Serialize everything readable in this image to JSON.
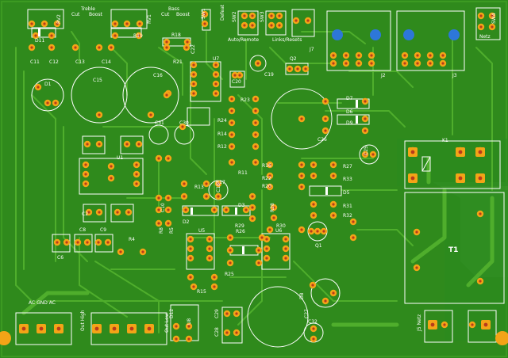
{
  "board": {
    "colors": {
      "substrate": "#2f8a1c",
      "copper_pour": "#3c9a22",
      "trace": "#4fae2c",
      "trace_dark": "#2a7a18",
      "pad": "#f3a417",
      "hole": "#b83a1b",
      "silk": "#ffffff",
      "via_blue": "#2d77d8"
    },
    "labels": [
      {
        "id": "rv2",
        "text": "RV2"
      },
      {
        "id": "treble",
        "text": "Treble"
      },
      {
        "id": "cut1",
        "text": "Cut"
      },
      {
        "id": "boost1",
        "text": "Boost"
      },
      {
        "id": "rv1",
        "text": "RV1"
      },
      {
        "id": "bass",
        "text": "Bass"
      },
      {
        "id": "cut2",
        "text": "Cut"
      },
      {
        "id": "boost2",
        "text": "Boost"
      },
      {
        "id": "sw1",
        "text": "SW1"
      },
      {
        "id": "defeat",
        "text": "Defeat"
      },
      {
        "id": "sw2",
        "text": "SW2"
      },
      {
        "id": "sw3",
        "text": "SW3"
      },
      {
        "id": "automode",
        "text": "Auto/Remote"
      },
      {
        "id": "linkreset",
        "text": "Links/Resets"
      },
      {
        "id": "sw4",
        "text": "SW4"
      },
      {
        "id": "netz1",
        "text": "Netz"
      },
      {
        "id": "j7",
        "text": "J7"
      },
      {
        "id": "j2",
        "text": "J2"
      },
      {
        "id": "j3",
        "text": "J3"
      },
      {
        "id": "d11",
        "text": "D11"
      },
      {
        "id": "r19",
        "text": "R19"
      },
      {
        "id": "r18",
        "text": "R18"
      },
      {
        "id": "c11",
        "text": "C11"
      },
      {
        "id": "c12",
        "text": "C12"
      },
      {
        "id": "c13",
        "text": "C13"
      },
      {
        "id": "c14",
        "text": "C14"
      },
      {
        "id": "c21",
        "text": "R21"
      },
      {
        "id": "c22",
        "text": "C22"
      },
      {
        "id": "u7",
        "text": "U7"
      },
      {
        "id": "q2",
        "text": "Q2"
      },
      {
        "id": "d1",
        "text": "D1"
      },
      {
        "id": "c15",
        "text": "C15"
      },
      {
        "id": "c16",
        "text": "C16"
      },
      {
        "id": "c20",
        "text": "C20"
      },
      {
        "id": "c19",
        "text": "C19"
      },
      {
        "id": "r23",
        "text": "R23"
      },
      {
        "id": "r24",
        "text": "R24"
      },
      {
        "id": "r14",
        "text": "R14"
      },
      {
        "id": "r12",
        "text": "R12"
      },
      {
        "id": "r11",
        "text": "R11"
      },
      {
        "id": "c31",
        "text": "C31"
      },
      {
        "id": "c30",
        "text": "C30"
      },
      {
        "id": "c26",
        "text": "C26"
      },
      {
        "id": "d7",
        "text": "D7"
      },
      {
        "id": "d6",
        "text": "D6"
      },
      {
        "id": "d9",
        "text": "D9"
      },
      {
        "id": "k1",
        "text": "K1"
      },
      {
        "id": "c25",
        "text": "C25"
      },
      {
        "id": "u1",
        "text": "U1"
      },
      {
        "id": "r16",
        "text": "R16"
      },
      {
        "id": "r22",
        "text": "R22"
      },
      {
        "id": "r20",
        "text": "R20"
      },
      {
        "id": "r27",
        "text": "R27"
      },
      {
        "id": "r33",
        "text": "R33"
      },
      {
        "id": "d5",
        "text": "D5"
      },
      {
        "id": "r31",
        "text": "R31"
      },
      {
        "id": "r32",
        "text": "R32"
      },
      {
        "id": "r13",
        "text": "R13"
      },
      {
        "id": "r17",
        "text": "R17"
      },
      {
        "id": "c18",
        "text": "C18"
      },
      {
        "id": "d3",
        "text": "D3"
      },
      {
        "id": "r29",
        "text": "R29"
      },
      {
        "id": "r30",
        "text": "R30"
      },
      {
        "id": "r28",
        "text": "R28"
      },
      {
        "id": "q1",
        "text": "Q1"
      },
      {
        "id": "c2",
        "text": "C2"
      },
      {
        "id": "c8",
        "text": "C8"
      },
      {
        "id": "c9",
        "text": "C9"
      },
      {
        "id": "r4",
        "text": "R4"
      },
      {
        "id": "c6",
        "text": "C6"
      },
      {
        "id": "u5",
        "text": "U5"
      },
      {
        "id": "r26",
        "text": "R26"
      },
      {
        "id": "u6",
        "text": "U6"
      },
      {
        "id": "r25",
        "text": "R25"
      },
      {
        "id": "r15",
        "text": "R15"
      },
      {
        "id": "t1",
        "text": "T1"
      },
      {
        "id": "acgndac",
        "text": "AC GND AC"
      },
      {
        "id": "outhigh",
        "text": "Out High"
      },
      {
        "id": "outlow",
        "text": "Out Low"
      },
      {
        "id": "d12",
        "text": "D12"
      },
      {
        "id": "u8",
        "text": "U8"
      },
      {
        "id": "c29",
        "text": "C29"
      },
      {
        "id": "c28",
        "text": "C28"
      },
      {
        "id": "c27",
        "text": "C27"
      },
      {
        "id": "c32",
        "text": "C32"
      },
      {
        "id": "d8",
        "text": "D8"
      },
      {
        "id": "j5netz",
        "text": "J5 Netz"
      },
      {
        "id": "d2",
        "text": "D2"
      },
      {
        "id": "c10",
        "text": "C10"
      },
      {
        "id": "r8",
        "text": "R8"
      },
      {
        "id": "r5",
        "text": "R5"
      }
    ]
  }
}
